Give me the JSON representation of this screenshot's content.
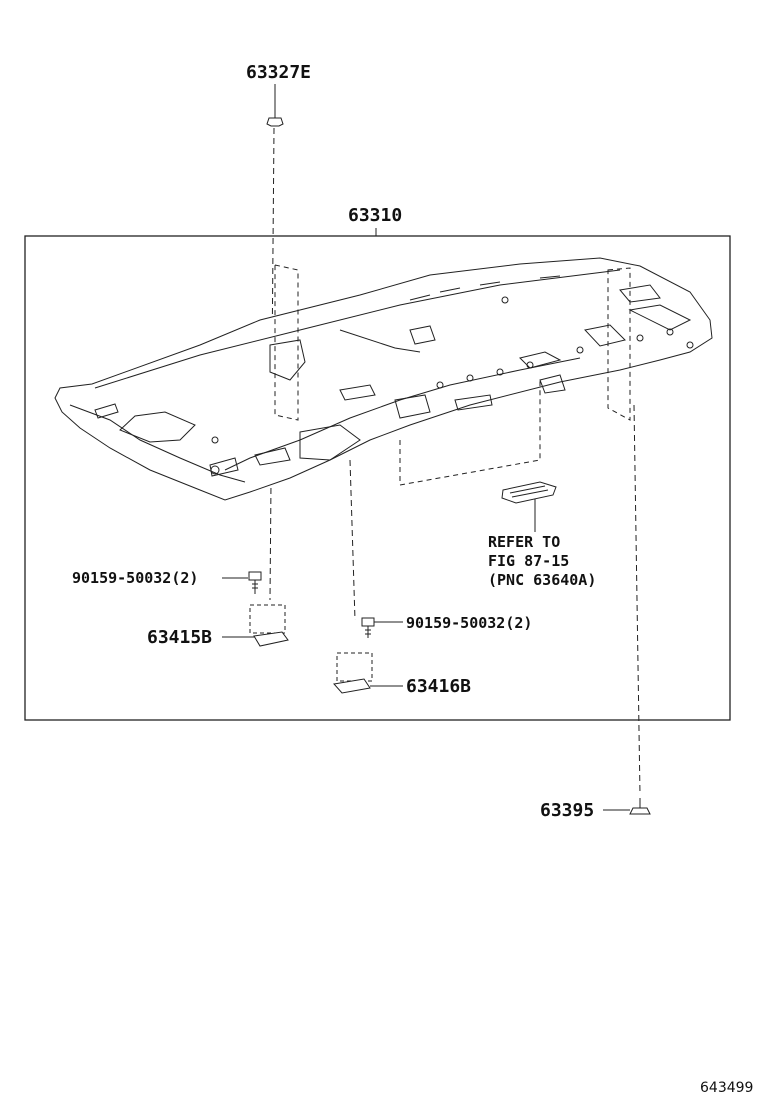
{
  "parts": {
    "top_clip": "63327E",
    "headliner": "63310",
    "screw_left": "90159-50032(2)",
    "visor_left": "63415B",
    "screw_right": "90159-50032(2)",
    "visor_right": "63416B",
    "bottom_clip": "63395"
  },
  "reference": {
    "line1": "REFER TO",
    "line2": "FIG 87-15",
    "line3": "(PNC 63640A)"
  },
  "figure_id": "643499"
}
